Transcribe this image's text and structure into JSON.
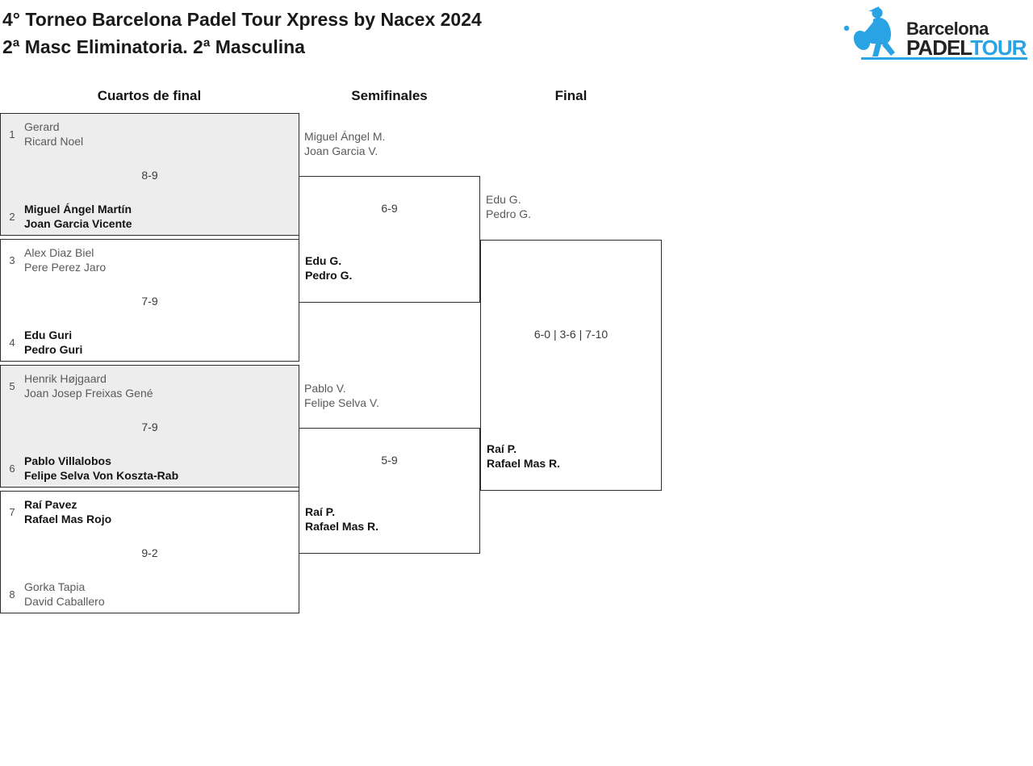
{
  "tournament": {
    "title_line1": "4° Torneo Barcelona Padel Tour Xpress by Nacex 2024",
    "title_line2": "2ª Masc Eliminatoria. 2ª Masculina"
  },
  "logo": {
    "word1": "Barcelona",
    "word2": "PADEL",
    "word3": "TOUR",
    "blue": "#29A3E3",
    "dark": "#232323"
  },
  "rounds": [
    {
      "label": "Cuartos de final"
    },
    {
      "label": "Semifinales"
    },
    {
      "label": "Final"
    }
  ],
  "quarterfinals": [
    {
      "score": "8-9",
      "teamA": {
        "seed": "1",
        "p1": "Gerard",
        "p2": "Ricard Noel",
        "winner": false
      },
      "teamB": {
        "seed": "2",
        "p1": "Miguel Ángel Martín",
        "p2": "Joan Garcia Vicente",
        "winner": true
      }
    },
    {
      "score": "7-9",
      "teamA": {
        "seed": "3",
        "p1": "Alex Diaz Biel",
        "p2": "Pere Perez Jaro",
        "winner": false
      },
      "teamB": {
        "seed": "4",
        "p1": "Edu Guri",
        "p2": "Pedro Guri",
        "winner": true
      }
    },
    {
      "score": "7-9",
      "teamA": {
        "seed": "5",
        "p1": "Henrik Højgaard",
        "p2": "Joan Josep Freixas Gené",
        "winner": false
      },
      "teamB": {
        "seed": "6",
        "p1": "Pablo Villalobos",
        "p2": "Felipe Selva Von Koszta-Rab",
        "winner": true
      }
    },
    {
      "score": "9-2",
      "teamA": {
        "seed": "7",
        "p1": "Raí Pavez",
        "p2": "Rafael Mas Rojo",
        "winner": true
      },
      "teamB": {
        "seed": "8",
        "p1": "Gorka Tapia",
        "p2": "David Caballero",
        "winner": false
      }
    }
  ],
  "semifinals": [
    {
      "from": {
        "p1": "Miguel Ángel M.",
        "p2": "Joan Garcia V.",
        "winner": false
      },
      "score": "6-9",
      "winner": {
        "p1": "Edu G.",
        "p2": "Pedro G.",
        "winner": true
      }
    },
    {
      "from": {
        "p1": "Pablo V.",
        "p2": "Felipe Selva V.",
        "winner": false
      },
      "score": "5-9",
      "winner": {
        "p1": "Raí P.",
        "p2": "Rafael Mas R.",
        "winner": true
      }
    }
  ],
  "final": {
    "from": {
      "p1": "Edu G.",
      "p2": "Pedro G.",
      "winner": false
    },
    "score": "6-0 | 3-6 | 7-10",
    "winner": {
      "p1": "Raí P.",
      "p2": "Rafael Mas R.",
      "winner": true
    }
  },
  "colors": {
    "shaded_match_bg": "#EDEDED",
    "border": "#2d2d2d",
    "loser_text": "#5a5a5a",
    "winner_text": "#131313"
  }
}
